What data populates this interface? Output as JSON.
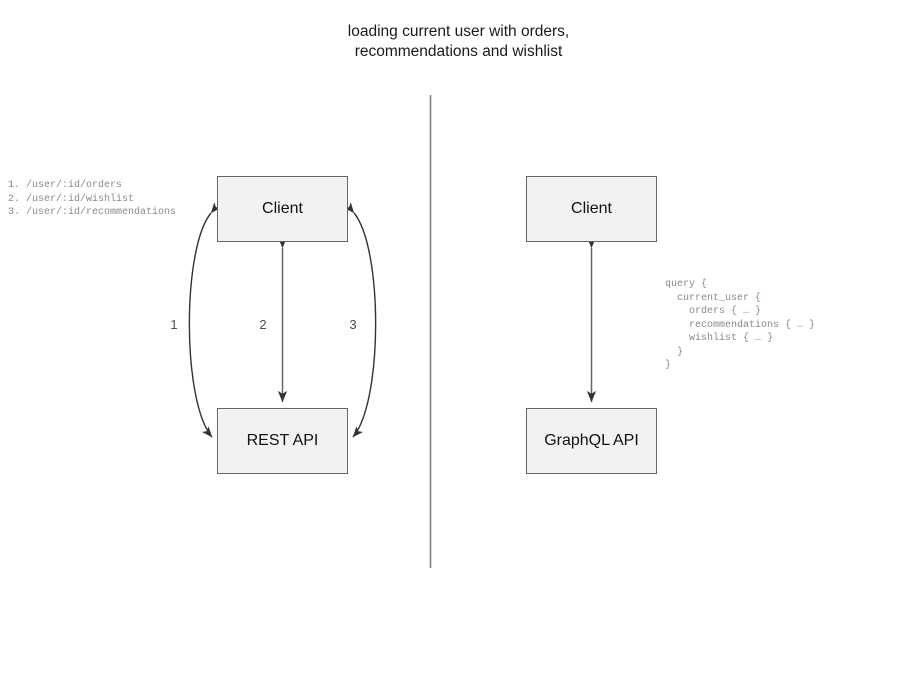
{
  "diagram": {
    "title": "loading current user with orders,\nrecommendations and wishlist",
    "divider": {
      "name": "vertical-divider",
      "color": "#808080"
    },
    "left_panel": {
      "name": "rest-approach",
      "nodes": [
        {
          "id": "client-rest",
          "label": "Client"
        },
        {
          "id": "rest-api",
          "label": "REST API"
        }
      ],
      "annotation": "1. /user/:id/orders\n2. /user/:id/wishlist\n3. /user/:id/recommendations",
      "edges": [
        {
          "id": "edge-1",
          "label": "1",
          "shape": "curve-left",
          "direction": "bidirectional"
        },
        {
          "id": "edge-2",
          "label": "2",
          "shape": "straight",
          "direction": "bidirectional"
        },
        {
          "id": "edge-3",
          "label": "3",
          "shape": "curve-right",
          "direction": "bidirectional"
        }
      ]
    },
    "right_panel": {
      "name": "graphql-approach",
      "nodes": [
        {
          "id": "client-gql",
          "label": "Client"
        },
        {
          "id": "graphql-api",
          "label": "GraphQL API"
        }
      ],
      "annotation": "query {\n  current_user {\n    orders { … }\n    recommendations { … }\n    wishlist { … }\n  }\n}",
      "edges": [
        {
          "id": "edge-gql",
          "label": "",
          "shape": "straight",
          "direction": "bidirectional"
        }
      ]
    },
    "colors": {
      "node_fill": "#f2f2f2",
      "node_border": "#666666",
      "edge_stroke": "#4d4d4d",
      "annotation_text": "#8a8a8a",
      "title_text": "#1a1a1a"
    }
  }
}
